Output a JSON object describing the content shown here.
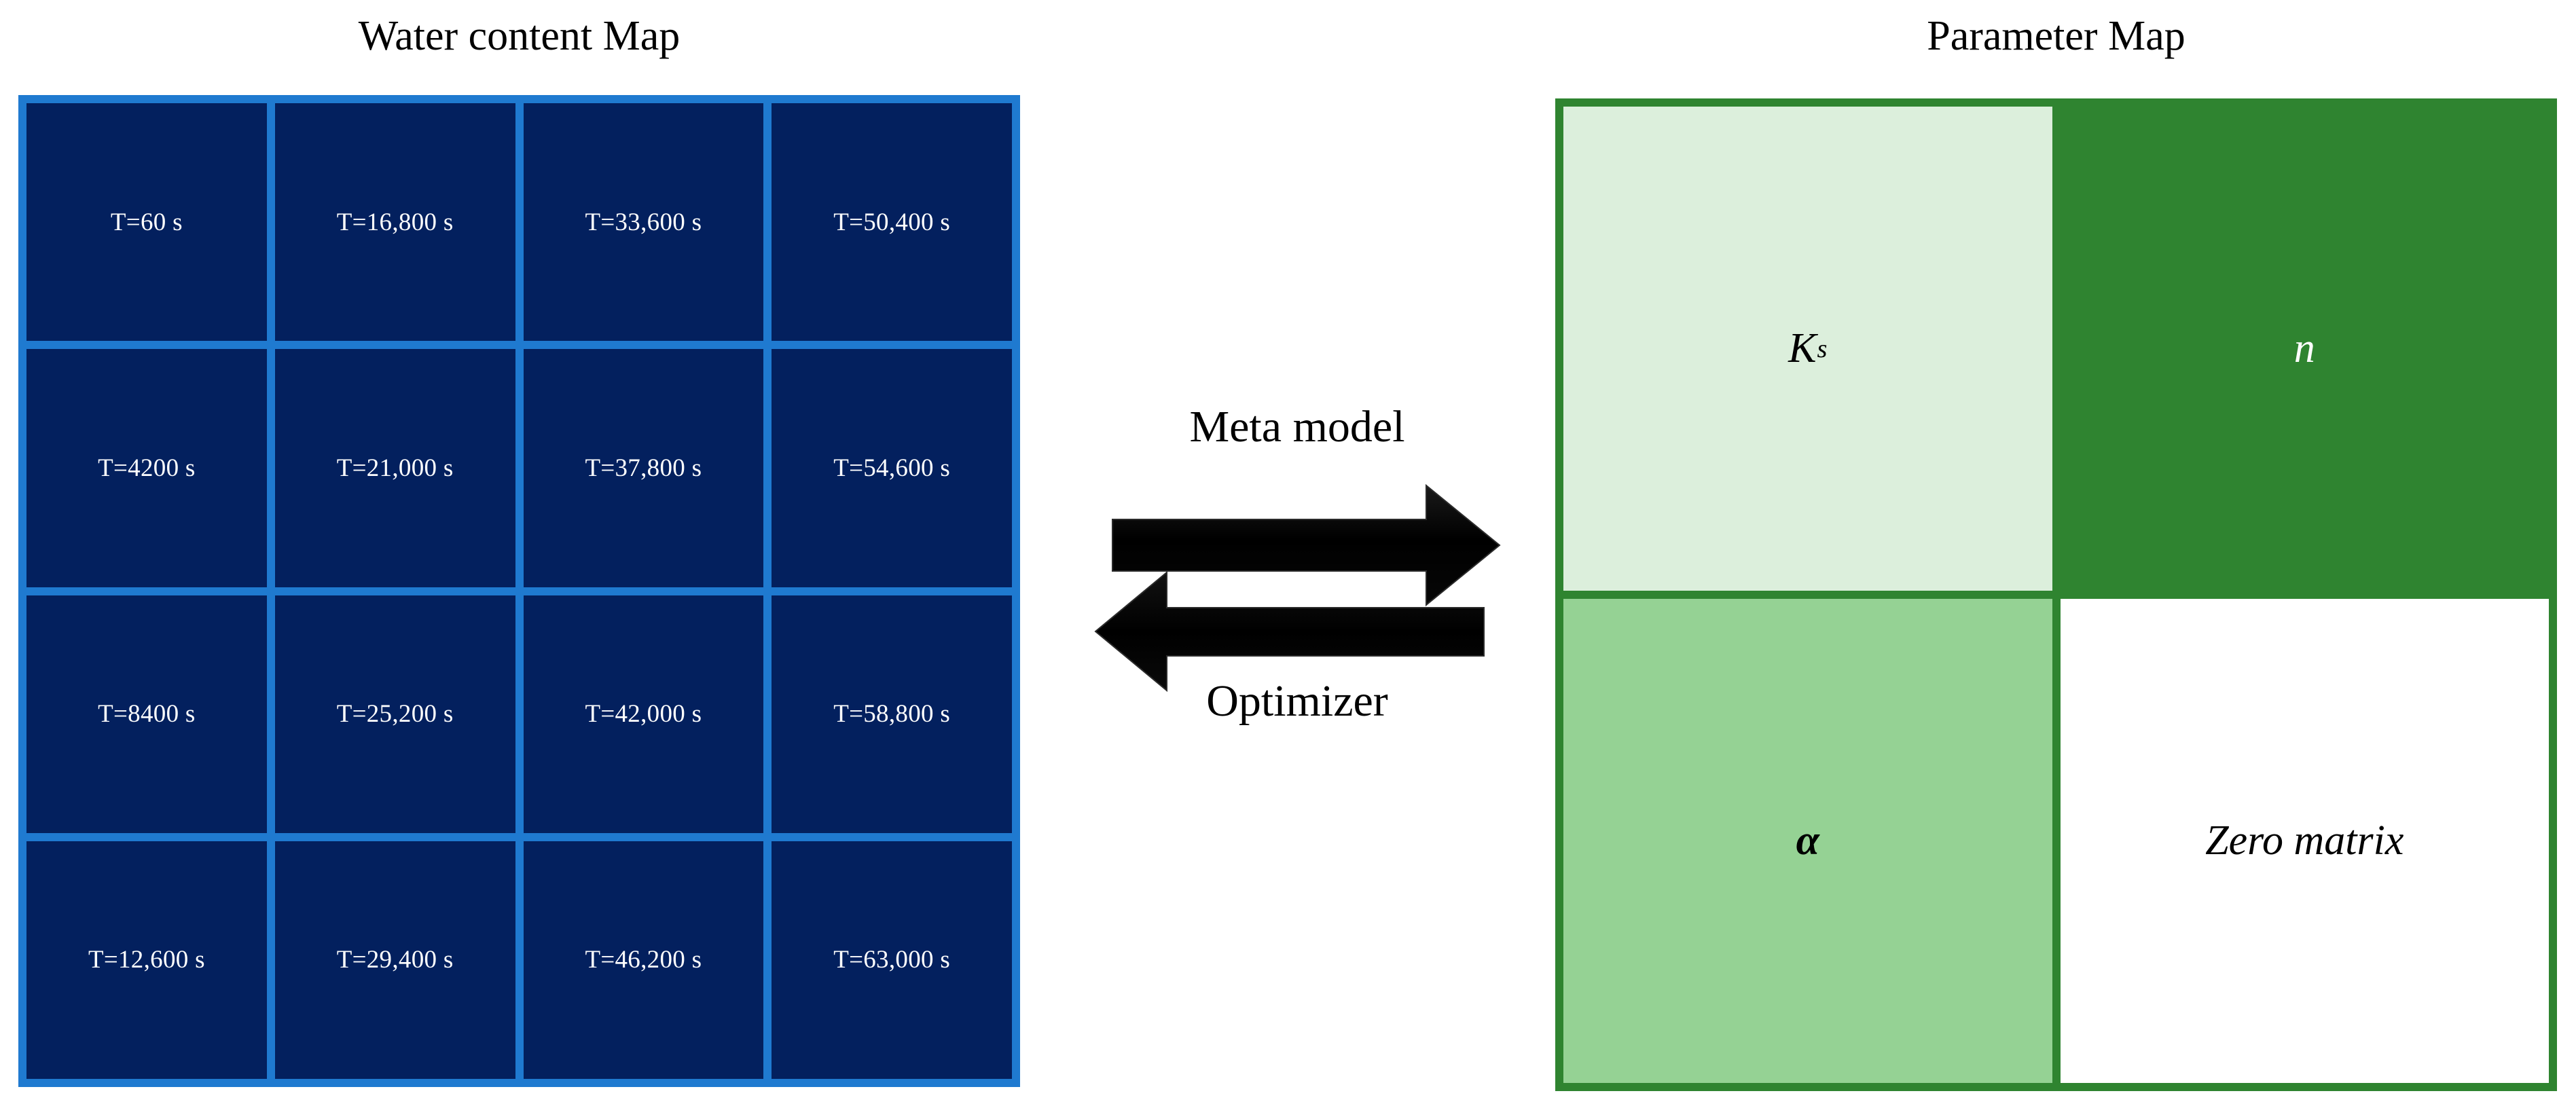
{
  "water_map": {
    "title": "Water content Map",
    "border_color": "#1f7ad0",
    "cell_color": "#03205e",
    "text_color": "#ffffff",
    "rows": 4,
    "cols": 4,
    "cells": [
      "T=60 s",
      "T=16,800 s",
      "T=33,600 s",
      "T=50,400 s",
      "T=4200 s",
      "T=21,000 s",
      "T=37,800 s",
      "T=54,600 s",
      "T=8400 s",
      "T=25,200 s",
      "T=42,000 s",
      "T=58,800 s",
      "T=12,600 s",
      "T=29,400 s",
      "T=46,200 s",
      "T=63,000 s"
    ]
  },
  "flow": {
    "forward_label": "Meta model",
    "backward_label": "Optimizer",
    "arrow_color": "#000000"
  },
  "param_map": {
    "title": "Parameter Map",
    "border_color": "#2f8430",
    "quadrants": [
      {
        "key": "Ks",
        "base": "K",
        "subscript": "s",
        "fill": "#dcefdc",
        "text_color": "#000000"
      },
      {
        "key": "n",
        "base": "n",
        "subscript": "",
        "fill": "#2f8430",
        "text_color": "#ffffff"
      },
      {
        "key": "alpha",
        "base": "α",
        "subscript": "",
        "fill": "#95d294",
        "text_color": "#000000"
      },
      {
        "key": "Zero matrix",
        "base": "Zero matrix",
        "subscript": "",
        "fill": "#ffffff",
        "text_color": "#000000"
      }
    ]
  }
}
